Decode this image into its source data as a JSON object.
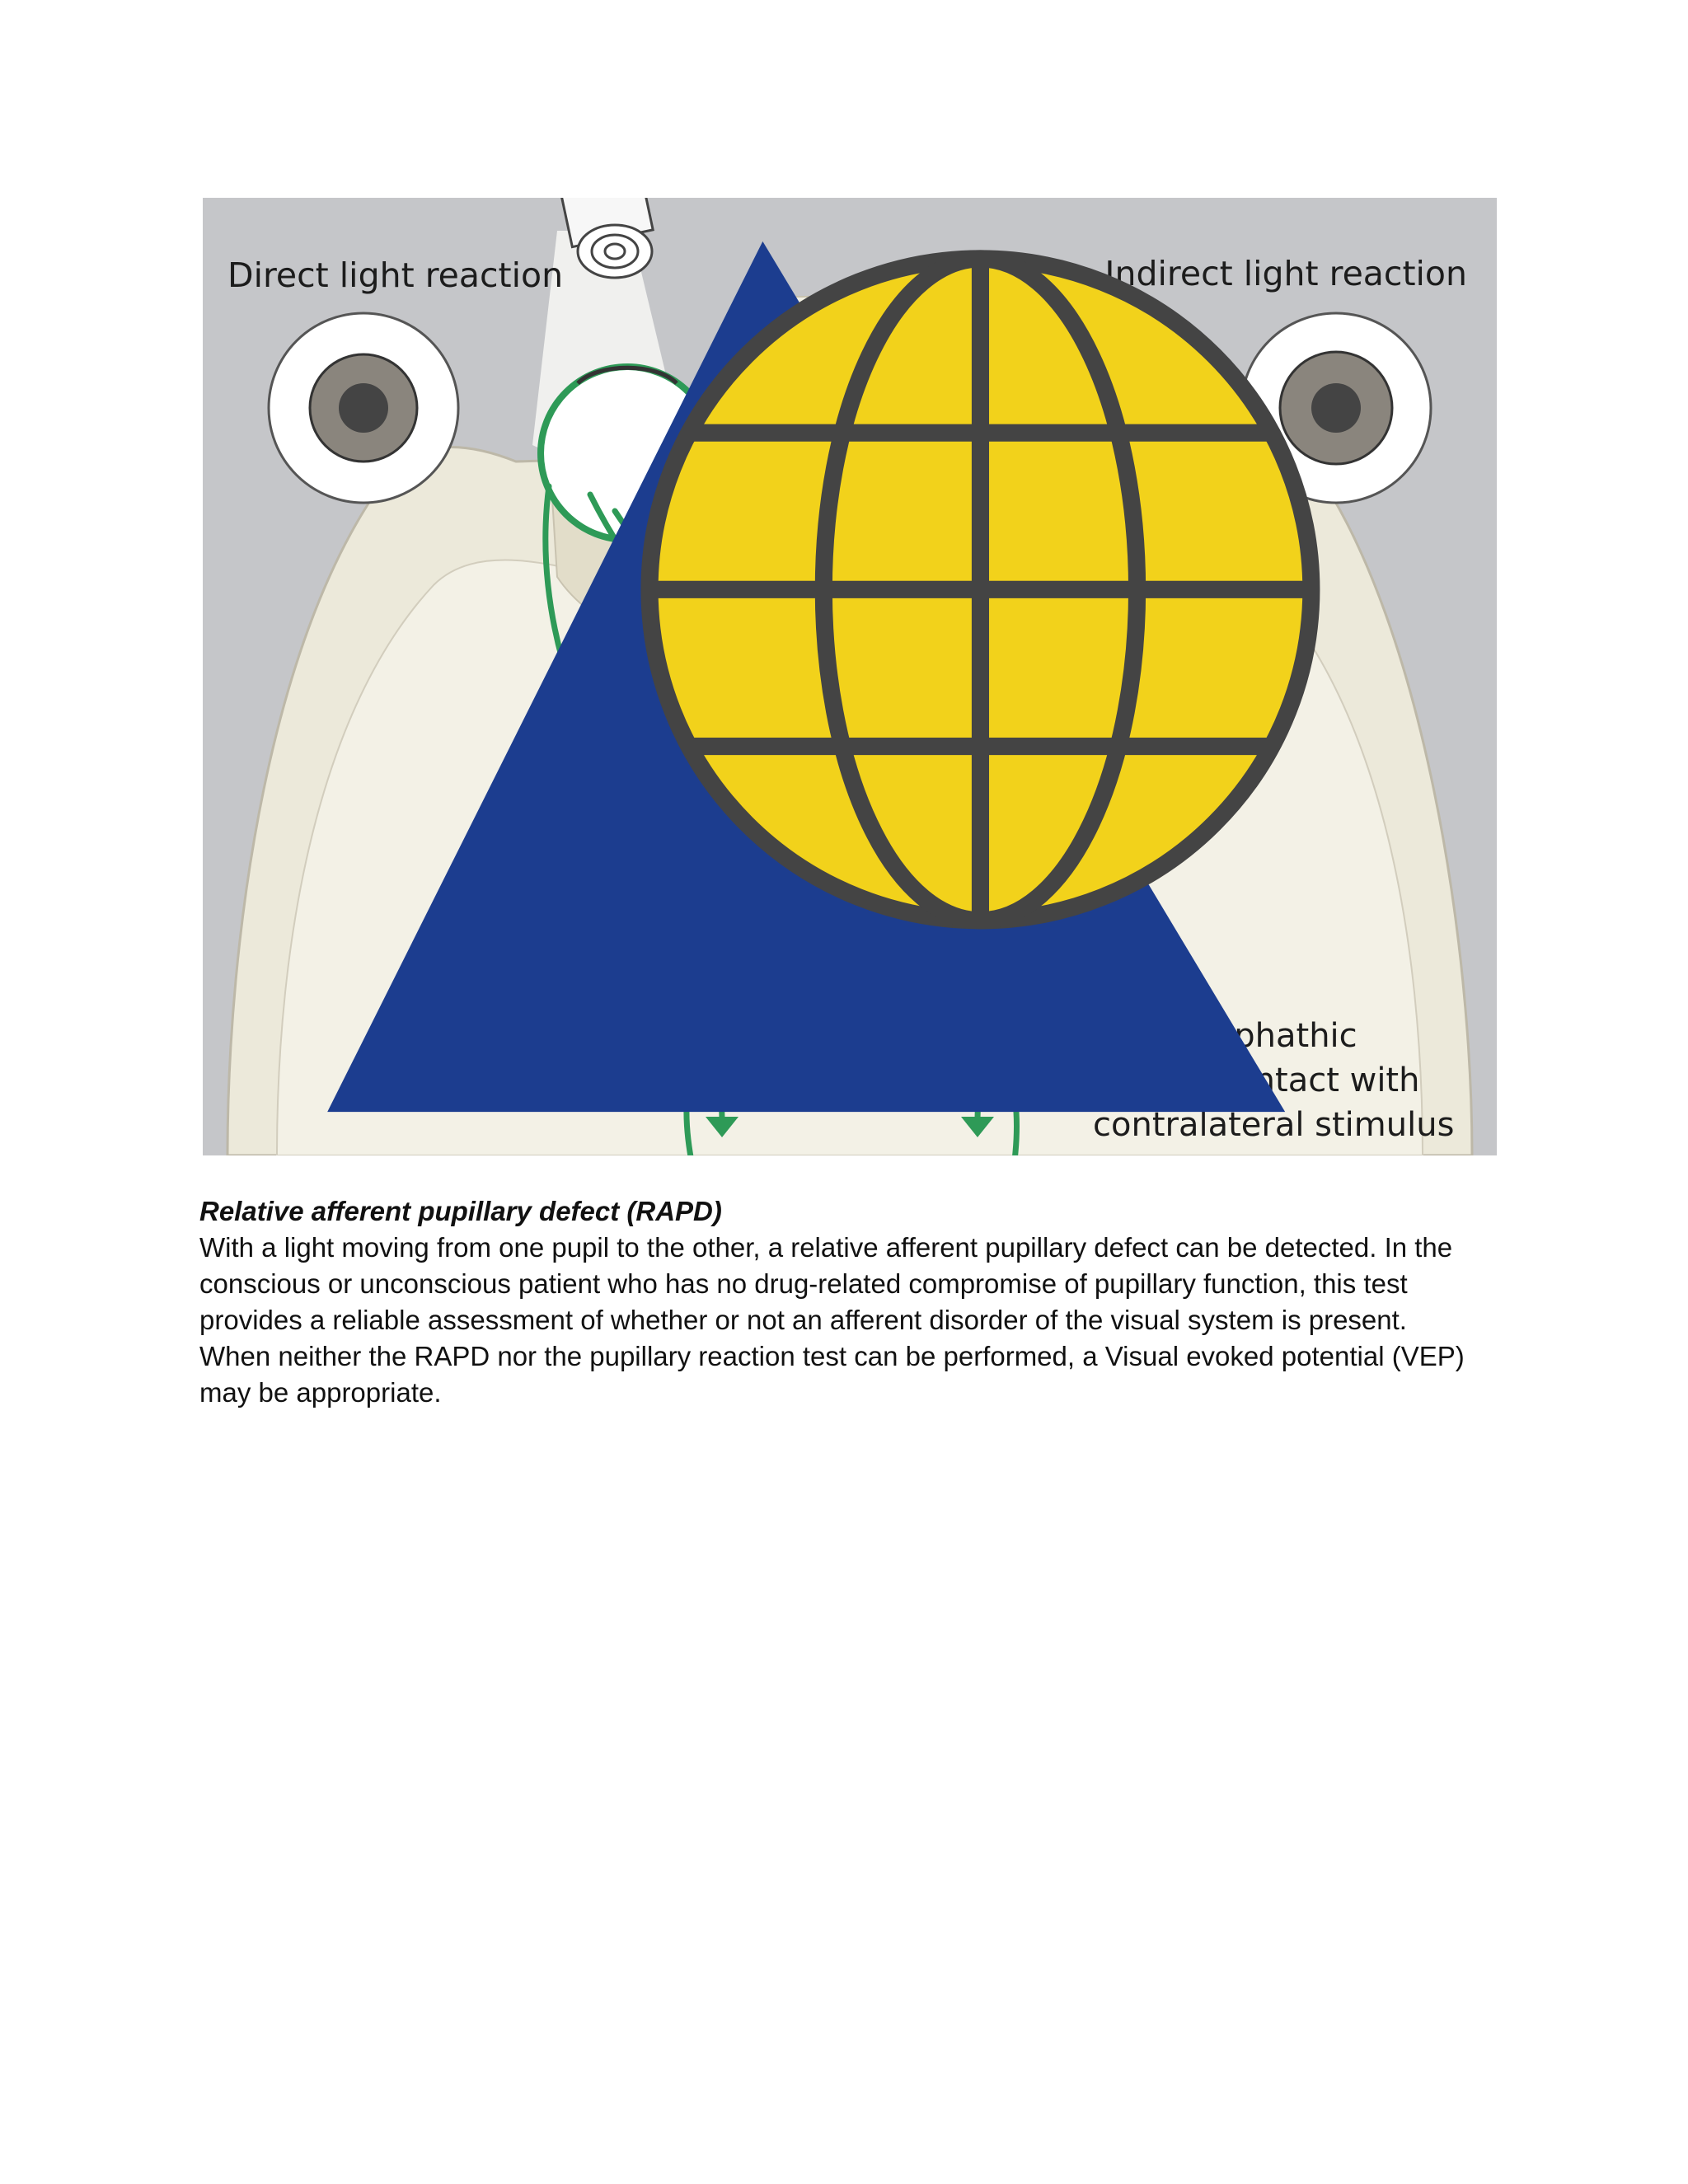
{
  "figure": {
    "label_direct": "Direct light reaction",
    "label_indirect": "Indirect light reaction",
    "callout_lines": [
      "Parasymphathic",
      "pathway intact with",
      "contralateral stimulus"
    ]
  },
  "text": {
    "heading": "Relative afferent pupillary defect (RAPD)",
    "paragraph_1": "With a light moving from one pupil to the other, a relative afferent pupillary defect can be detected. In the conscious or unconscious patient who has no drug-related compromise of pupillary function, this test provides a reliable assessment of whether or not an afferent disorder of the visual system is present.",
    "paragraph_2": "When neither the RAPD nor the pupillary reaction test can be performed, a Visual evoked potential (VEP) may be appropriate."
  },
  "colors": {
    "background_gray": "#c5c6c9",
    "skull_cream": "#ece9da",
    "pathway_green": "#2e9a57",
    "pathway_yellow": "#f3e7a2",
    "fracture_red": "#d8343a",
    "nucleus_orange": "#f0a78c",
    "logo_blue": "#1c3d8f",
    "logo_yellow": "#f2d21b"
  }
}
